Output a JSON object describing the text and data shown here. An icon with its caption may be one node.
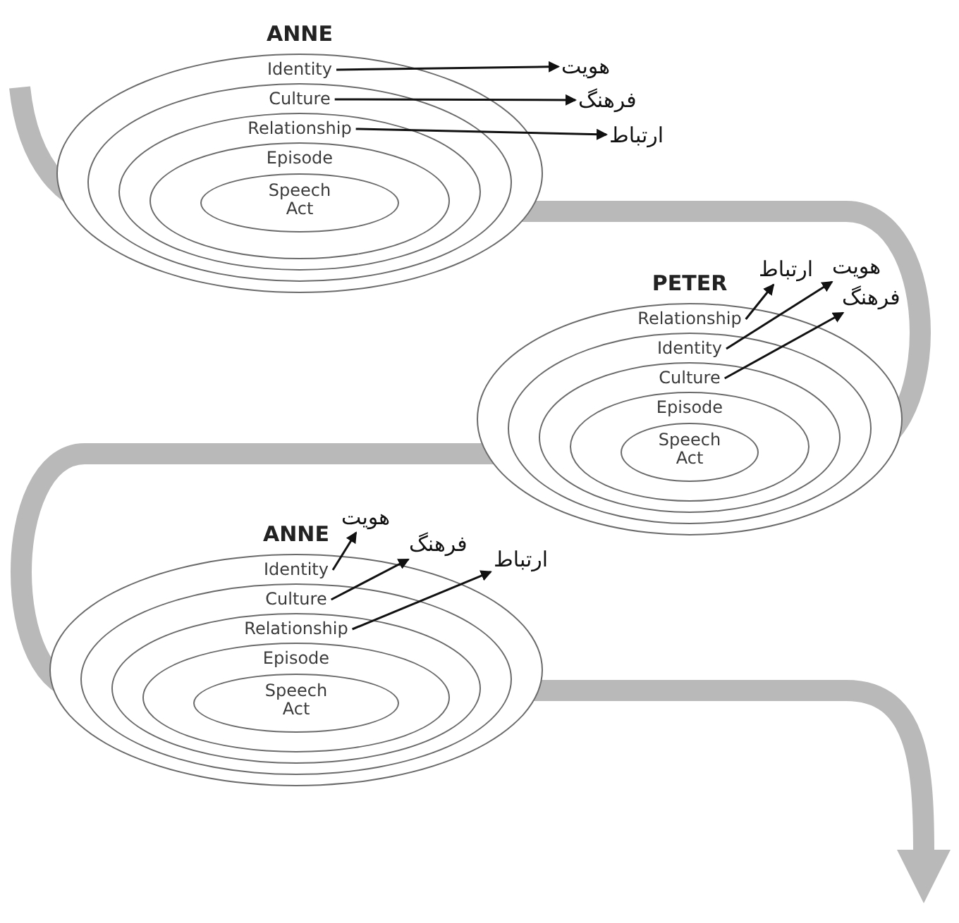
{
  "diagram": {
    "nodes": [
      {
        "text": [
          "ANNE",
          "Identity"
        ]
      },
      {
        "text": [
          "Culture"
        ],
        "in": 0
      },
      {
        "text": [
          "Relationship"
        ],
        "in": 1
      },
      {
        "text": [
          "Episode"
        ],
        "in": 2
      },
      {
        "text": [
          "Speech Act"
        ],
        "in": 3
      },
      {
        "text": [
          "هویت"
        ]
      },
      {
        "text": [
          "فرهنگ"
        ]
      },
      {
        "text": [
          "ارتباط"
        ]
      },
      {
        "text": [
          "PETER",
          "Relationship"
        ]
      },
      {
        "text": [
          "Identity"
        ],
        "in": 8
      },
      {
        "text": [
          "Culture"
        ],
        "in": 9
      },
      {
        "text": [
          "Episode"
        ],
        "in": 10
      },
      {
        "text": [
          "Speech Act"
        ],
        "in": 11
      },
      {
        "text": [
          "ارتباط"
        ]
      },
      {
        "text": [
          "هویت"
        ]
      },
      {
        "text": [
          "فرهنگ"
        ]
      },
      {
        "text": [
          "ANNE",
          "Identity"
        ]
      },
      {
        "text": [
          "Culture"
        ],
        "in": 16
      },
      {
        "text": [
          "Relationship"
        ],
        "in": 17
      },
      {
        "text": [
          "Episode"
        ],
        "in": 18
      },
      {
        "text": [
          "Speech Act"
        ],
        "in": 19
      },
      {
        "text": [
          "هویت"
        ]
      },
      {
        "text": [
          "فرهنگ"
        ]
      },
      {
        "text": [
          "ارتباط"
        ]
      }
    ],
    "edges": [
      {
        "from": 0,
        "to": 5,
        "arrow": "to"
      },
      {
        "from": 1,
        "to": 6,
        "arrow": "to"
      },
      {
        "from": 2,
        "to": 7,
        "arrow": "to"
      },
      {
        "from": 8,
        "to": 13,
        "arrow": "to"
      },
      {
        "from": 9,
        "to": 14,
        "arrow": "to"
      },
      {
        "from": 10,
        "to": 15,
        "arrow": "to"
      },
      {
        "from": 16,
        "to": 21,
        "arrow": "to"
      },
      {
        "from": 17,
        "to": 22,
        "arrow": "to"
      },
      {
        "from": 18,
        "to": 23,
        "arrow": "to"
      }
    ]
  }
}
